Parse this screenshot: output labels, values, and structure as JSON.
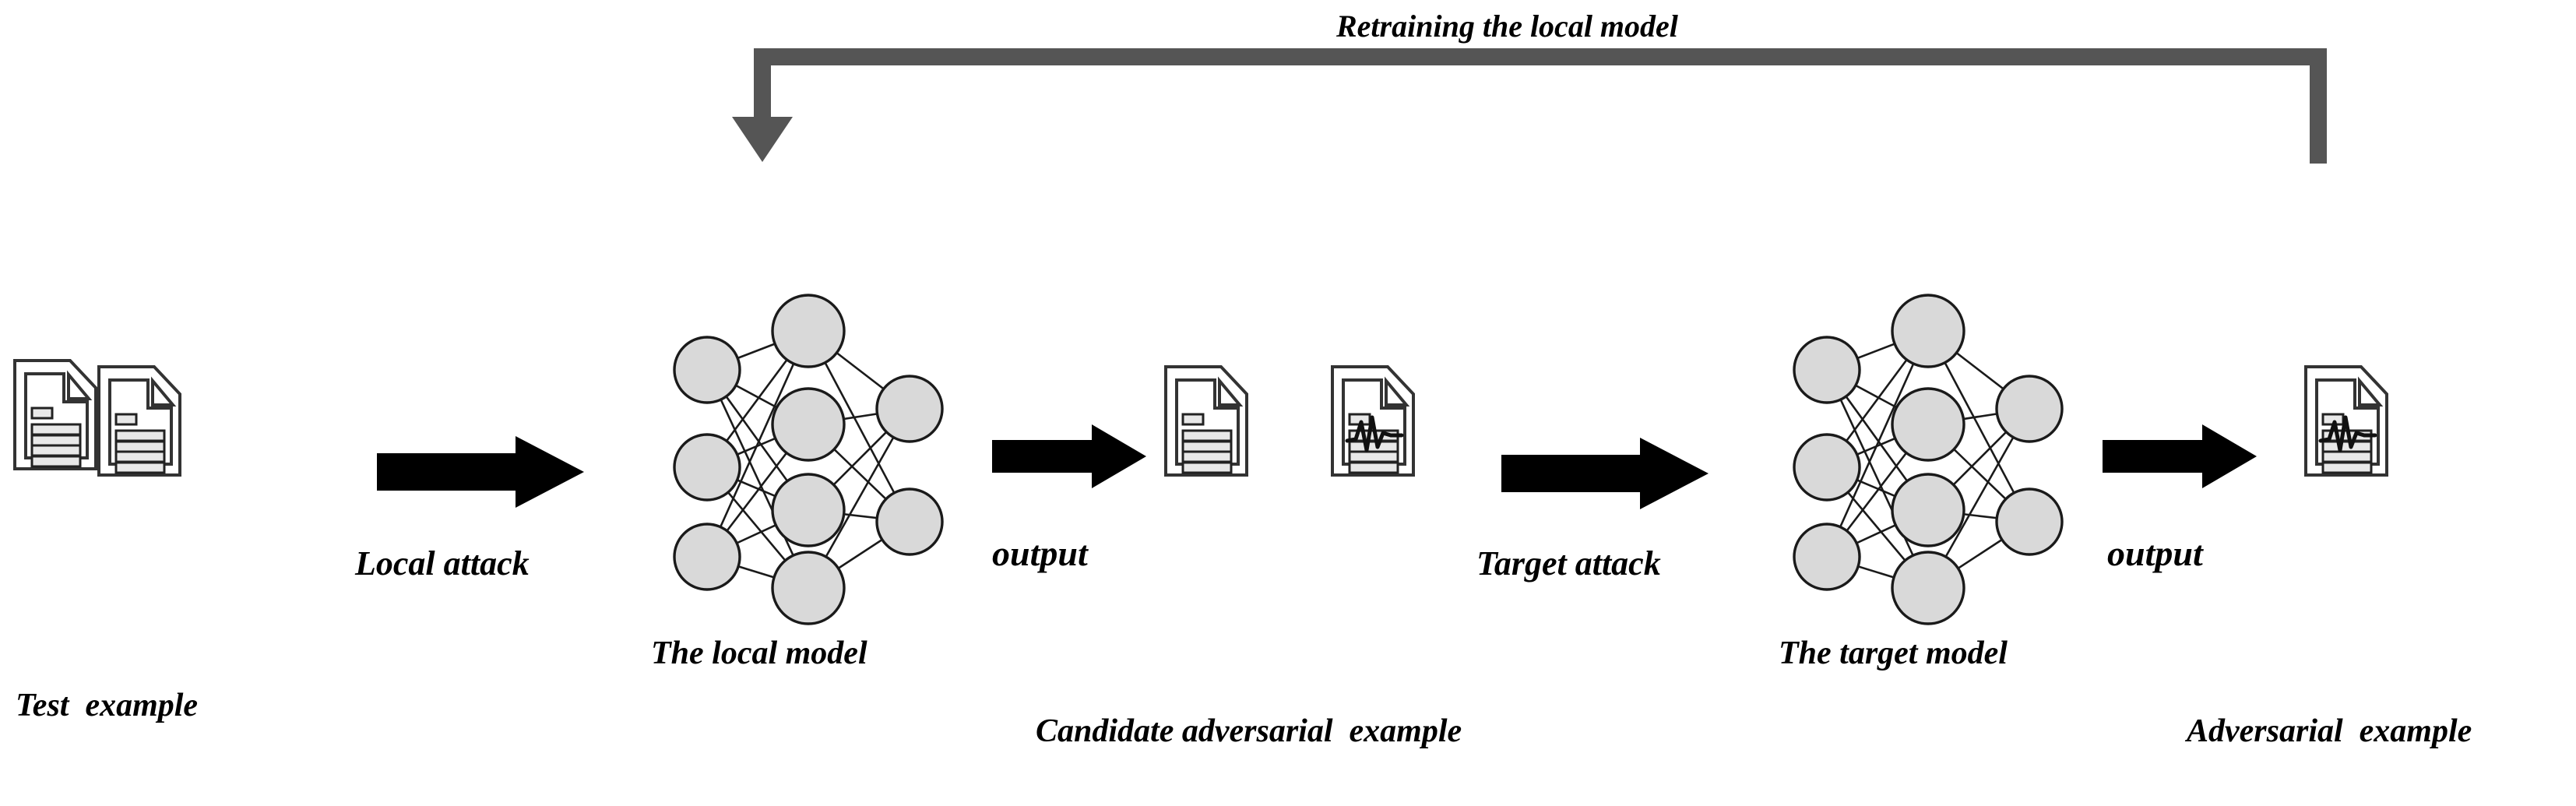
{
  "diagram": {
    "title": "Retraining the local model",
    "background_color": "#ffffff",
    "feedback_arrow_color": "#555555",
    "arrow_color": "#000000",
    "node_fill": "#d9d9d9",
    "node_stroke": "#1a1a1a",
    "doc_stroke": "#333333",
    "doc_line_fill": "#e8e8e8"
  },
  "stages": {
    "test_example": {
      "caption": "Test  example",
      "icon": "document-icon",
      "count": 2
    },
    "local_attack": {
      "label": "Local attack",
      "icon": "right-arrow-icon"
    },
    "local_model": {
      "caption": "The local model",
      "icon": "neural-network-icon",
      "layers": [
        3,
        4,
        2
      ]
    },
    "output_local": {
      "label": "output",
      "icon": "right-arrow-icon"
    },
    "candidate_adversarial_example": {
      "caption": "Candidate adversarial  example",
      "icons": [
        "document-icon",
        "document-waveform-icon"
      ]
    },
    "target_attack": {
      "label": "Target attack",
      "icon": "right-arrow-icon"
    },
    "target_model": {
      "caption": "The target model",
      "icon": "neural-network-icon",
      "layers": [
        3,
        4,
        2
      ]
    },
    "output_target": {
      "label": "output",
      "icon": "right-arrow-icon"
    },
    "adversarial_example": {
      "caption": "Adversarial  example",
      "icon": "document-waveform-icon"
    }
  }
}
